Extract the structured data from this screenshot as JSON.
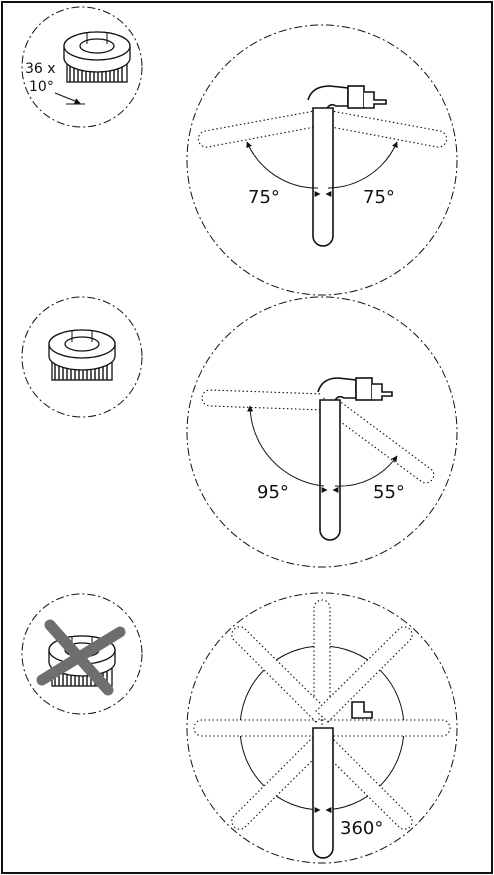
{
  "panels": [
    {
      "left_angle": "75°",
      "right_angle": "75°",
      "spec_top": "36 x",
      "spec_bottom": "10°"
    },
    {
      "left_angle": "95°",
      "right_angle": "55°"
    },
    {
      "rotation": "360°"
    }
  ],
  "colors": {
    "line": "#111111",
    "cross": "#6e6e6e",
    "background": "#ffffff"
  }
}
